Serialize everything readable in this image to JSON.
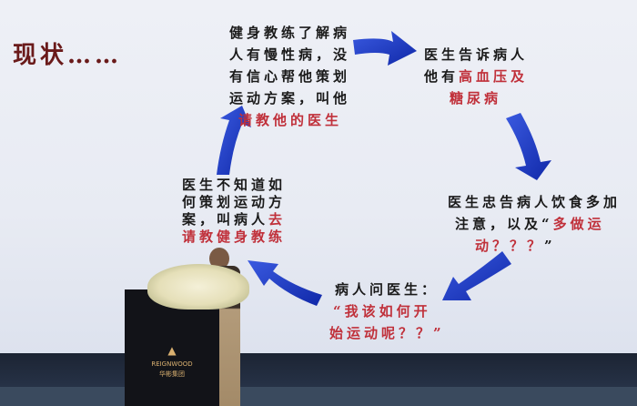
{
  "slide": {
    "title": "现状……",
    "step1": {
      "lines": [
        "健身教练了解病",
        "人有慢性病，没",
        "有信心帮他策划",
        "运动方案，叫他"
      ],
      "highlight": "请教他的医生"
    },
    "step2": {
      "lines": [
        "医生告诉病人",
        "他有"
      ],
      "highlight_a": "高血压及",
      "highlight_b": "糖尿病"
    },
    "step3": {
      "line1": "医生忠告病人饮食多加",
      "line2_plain": "注意，以及“",
      "line2_red": "多做运",
      "line3_red": "动？？？",
      "line3_plain": "”"
    },
    "step4": {
      "line1": "病人问医生：",
      "line2": "“我该如何开",
      "line3": "始运动呢？？”"
    },
    "step5": {
      "lines": [
        "医生不知道如",
        "何策划运动方"
      ],
      "line3_plain": "案，叫病人",
      "line3_red": "去",
      "line4_red": "请教健身教练"
    },
    "arrow_color": "#1f3fc8"
  },
  "podium": {
    "brand": "REIGNWOOD",
    "brand_cn": "华彬集团"
  }
}
